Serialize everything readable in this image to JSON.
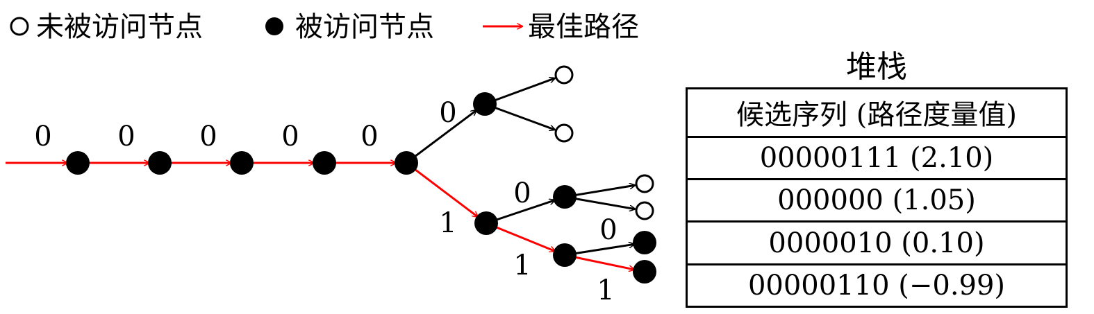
{
  "legend": {
    "unvisited": "未被访问节点",
    "visited": "被访问节点",
    "best_path": "最佳路径"
  },
  "colors": {
    "best_path": "#ff0000",
    "edge": "#000000",
    "node": "#000000"
  },
  "tree": {
    "edges": [
      {
        "from": "start",
        "to": "n1",
        "label": "0",
        "best": true
      },
      {
        "from": "n1",
        "to": "n2",
        "label": "0",
        "best": true
      },
      {
        "from": "n2",
        "to": "n3",
        "label": "0",
        "best": true
      },
      {
        "from": "n3",
        "to": "n4",
        "label": "0",
        "best": true
      },
      {
        "from": "n4",
        "to": "n5",
        "label": "0",
        "best": true
      },
      {
        "from": "n5",
        "to": "a",
        "label": "0",
        "best": false
      },
      {
        "from": "a",
        "to": "a0",
        "label": "",
        "best": false
      },
      {
        "from": "a",
        "to": "a1",
        "label": "",
        "best": false
      },
      {
        "from": "n5",
        "to": "b",
        "label": "1",
        "best": true
      },
      {
        "from": "b",
        "to": "c",
        "label": "0",
        "best": false
      },
      {
        "from": "c",
        "to": "c0",
        "label": "",
        "best": false
      },
      {
        "from": "c",
        "to": "c1",
        "label": "",
        "best": false
      },
      {
        "from": "b",
        "to": "d",
        "label": "1",
        "best": true
      },
      {
        "from": "d",
        "to": "d0",
        "label": "0",
        "best": false
      },
      {
        "from": "d",
        "to": "d1",
        "label": "1",
        "best": true
      }
    ],
    "nodes": [
      {
        "id": "n1",
        "visited": true
      },
      {
        "id": "n2",
        "visited": true
      },
      {
        "id": "n3",
        "visited": true
      },
      {
        "id": "n4",
        "visited": true
      },
      {
        "id": "n5",
        "visited": true
      },
      {
        "id": "a",
        "visited": true
      },
      {
        "id": "a0",
        "visited": false
      },
      {
        "id": "a1",
        "visited": false
      },
      {
        "id": "b",
        "visited": true
      },
      {
        "id": "c",
        "visited": true
      },
      {
        "id": "c0",
        "visited": false
      },
      {
        "id": "c1",
        "visited": false
      },
      {
        "id": "d",
        "visited": true
      },
      {
        "id": "d0",
        "visited": true
      },
      {
        "id": "d1",
        "visited": true
      }
    ]
  },
  "stack": {
    "title": "堆栈",
    "header": "候选序列 (路径度量值)",
    "rows": [
      "00000111 (2.10)",
      "000000 (1.05)",
      "0000010 (0.10)",
      "00000110 (−0.99)"
    ]
  }
}
